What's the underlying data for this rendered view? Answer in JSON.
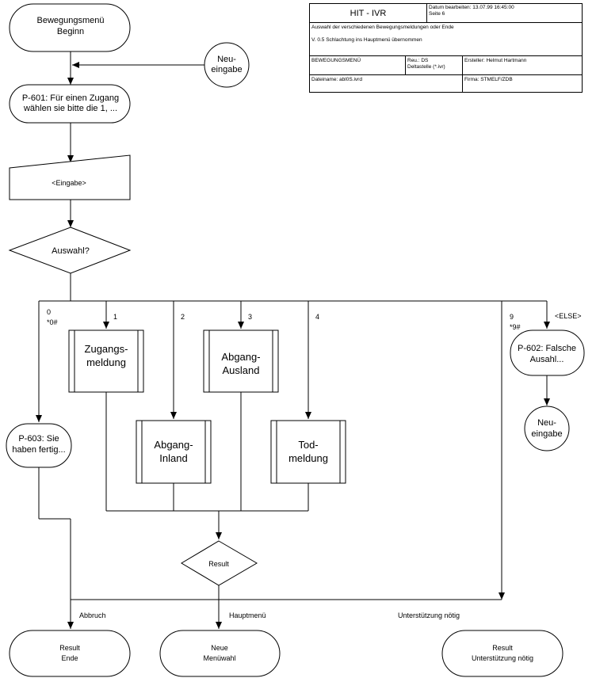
{
  "header": {
    "title": "HIT - IVR",
    "date_label": "Datum bearbeiten: 13.07.99 16:45:00",
    "page_label": "Seite 6",
    "description": "Auswahl der verschiedenen Bewegungsmeldungen oder Ende",
    "version": "V. 0.5 Schlachtung ins Hauptmenü übernommen",
    "section": "BEWEGUNGSMENÜ",
    "reu": "Reu.: DS",
    "deltastelle": "Deltastelle (*.ivr)",
    "author": "Ersteller: Helmut Hartmann",
    "filename": "Dateiname: abl0S.ivrd",
    "company": "Firma: STMELF/ZDB"
  },
  "nodes": {
    "start": [
      "Bewegungsmenü",
      "Beginn"
    ],
    "reentry_top": [
      "Neu-",
      "eingabe"
    ],
    "p601": [
      "P-601: Für einen Zugang",
      "wählen sie bitte die 1, ..."
    ],
    "input": "<Eingabe>",
    "choice": "Auswahl?",
    "zugang": [
      "Zugangs-",
      "meldung"
    ],
    "abgang_ausland": [
      "Abgang-",
      "Ausland"
    ],
    "abgang_inland": [
      "Abgang-",
      "Inland"
    ],
    "tod": [
      "Tod-",
      "meldung"
    ],
    "p603": [
      "P-603: Sie",
      "haben fertig..."
    ],
    "p602": [
      "P-602: Falsche",
      "Ausahl..."
    ],
    "reentry_right": [
      "Neu-",
      "eingabe"
    ],
    "result": "Result",
    "end_abbruch": [
      "Result",
      "Ende"
    ],
    "end_main": [
      "Neue",
      "Menüwahl"
    ],
    "end_support": [
      "Result",
      "Unterstützung nötig"
    ]
  },
  "branches": {
    "b0": [
      "0",
      "*0#"
    ],
    "b1": "1",
    "b2": "2",
    "b3": "3",
    "b4": "4",
    "b9": [
      "9",
      "*9#"
    ],
    "belse": "<ELSE>"
  },
  "edges": {
    "abbruch": "Abbruch",
    "hauptmenu": "Hauptmenü",
    "support": "Unterstützung nötig"
  }
}
